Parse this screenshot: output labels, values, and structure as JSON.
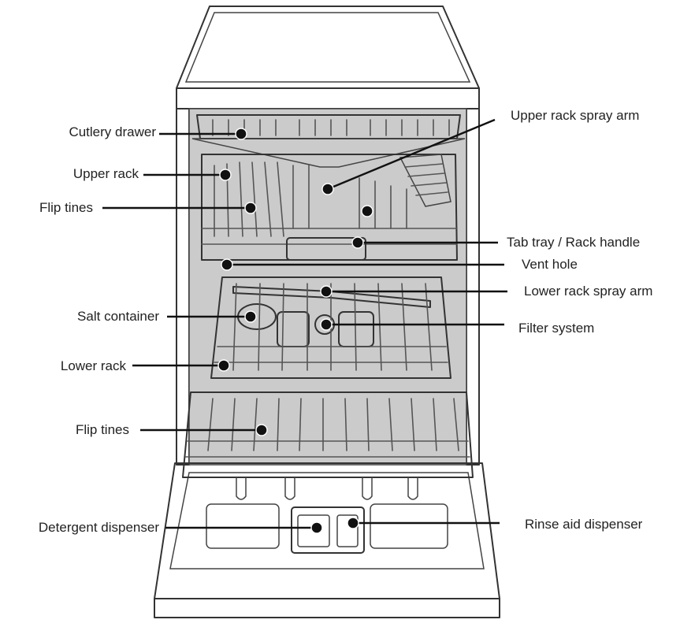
{
  "labels": {
    "cutlery_drawer": "Cutlery drawer",
    "upper_rack": "Upper rack",
    "flip_tines_upper": "Flip tines",
    "salt_container": "Salt container",
    "lower_rack": "Lower rack",
    "flip_tines_lower": "Flip tines",
    "detergent_dispenser": "Detergent dispenser",
    "upper_rack_spray_arm": "Upper rack spray arm",
    "tab_tray_rack_handle": "Tab tray / Rack handle",
    "vent_hole": "Vent hole",
    "lower_rack_spray_arm": "Lower rack spray arm",
    "filter_system": "Filter system",
    "rinse_aid_dispenser": "Rinse aid dispenser"
  },
  "colors": {
    "body_fill": "#e2e2e2",
    "panel_fill": "#d4d4d4",
    "interior_fill": "#c6c6c6",
    "outline": "#333333",
    "label_text": "#222222"
  }
}
